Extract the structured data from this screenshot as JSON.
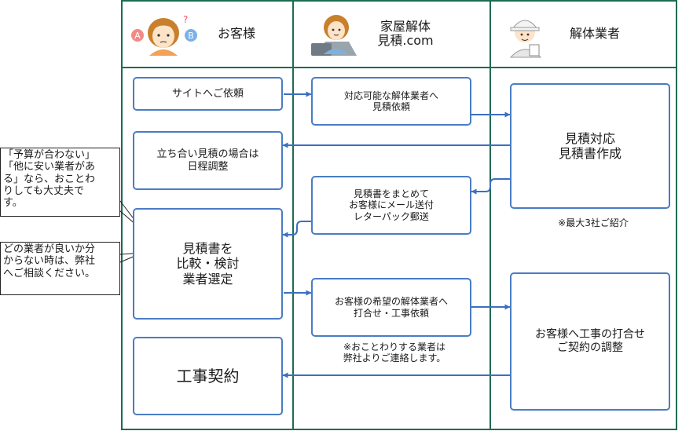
{
  "columns": {
    "customer": "お客様",
    "site": "家屋解体\n見積.com",
    "contractor": "解体業者"
  },
  "steps": {
    "site_request": "サイトへご依頼",
    "forward_request": "対応可能な解体業者へ\n見積依頼",
    "estimate": "見積対応\n見積書作成",
    "schedule": "立ち合い見積の場合は\n日程調整",
    "compile": "見積書をまとめて\nお客様にメール送付\nレターパック郵送",
    "compare": "見積書を\n比較・検討\n業者選定",
    "arrange": "お客様の希望の解体業者へ\n打合せ・工事依頼",
    "adjust": "お客様へ工事の打合せ\nご契約の調整",
    "contract": "工事契約"
  },
  "notes": {
    "max_three": "※最大3社ご紹介",
    "decline": "※おことわりする業者は\n弊社よりご連絡します。"
  },
  "callouts": {
    "budget": "「予算が合わない」\n「他に安い業者があ\nる」なら、おことわ\nりしても大丈夫で\nす。",
    "consult": "どの業者が良いか分\nからない時は、弊社\nへご相談ください。"
  },
  "colors": {
    "grid_line": "#1e6b52",
    "box_border": "#4a7cc4",
    "arrow": "#3a70c0"
  }
}
